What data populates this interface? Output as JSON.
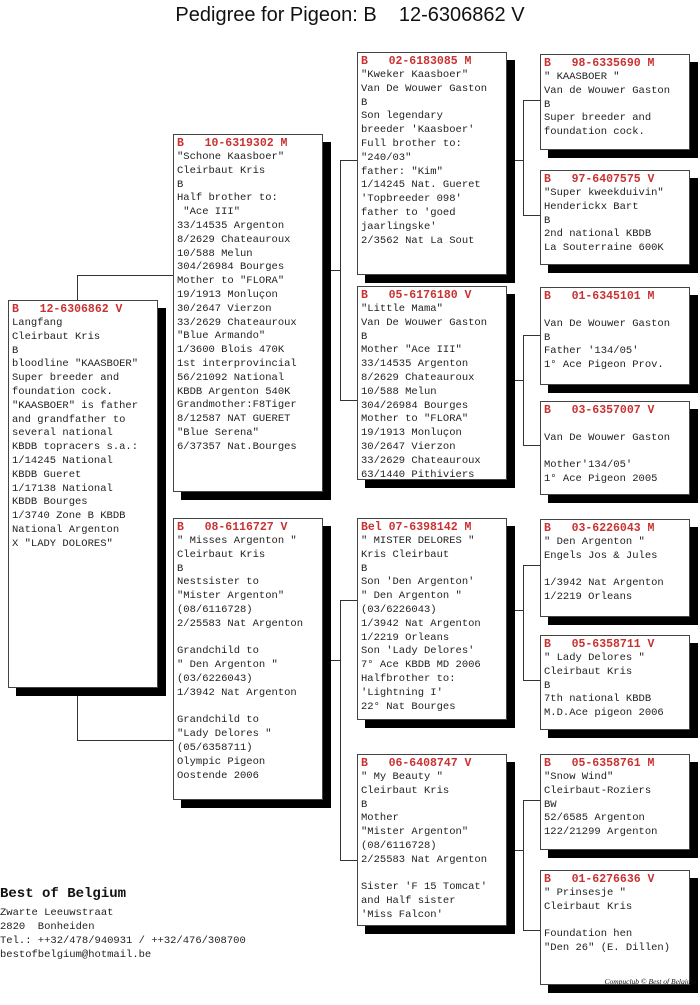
{
  "title": "Pedigree for Pigeon: B    12-6306862 V",
  "pigeons": [
    {
      "id": "subject",
      "header": "B   12-6306862 V",
      "lines": [
        "Langfang",
        "Cleirbaut Kris",
        "B",
        "bloodline \"KAASBOER\"",
        "Super breeder and",
        "foundation cock.",
        "\"KAASBOER\" is father",
        "and grandfather to",
        "several national",
        "KBDB topracers s.a.:",
        "1/14245 National",
        "KBDB Gueret",
        "1/17138 National",
        "KBDB Bourges",
        "1/3740 Zone B KBDB",
        "National Argenton",
        "X \"LADY DOLORES\""
      ]
    },
    {
      "id": "sire",
      "header": "B   10-6319302 M",
      "lines": [
        "\"Schone Kaasboer\"",
        "Cleirbaut Kris",
        "B",
        "Half brother to:",
        " \"Ace III\"",
        "33/14535 Argenton",
        "8/2629 Chateauroux",
        "10/588 Melun",
        "304/26984 Bourges",
        "Mother to \"FLORA\"",
        "19/1913 Monluçon",
        "30/2647 Vierzon",
        "33/2629 Chateauroux",
        "\"Blue Armando\"",
        "1/3600 Blois 470K",
        "1st interprovincial",
        "56/21092 National",
        "KBDB Argenton 540K",
        "Grandmother:F8Tiger",
        "8/12587 NAT GUERET",
        "\"Blue Serena\"",
        "6/37357 Nat.Bourges"
      ]
    },
    {
      "id": "dam",
      "header": "B   08-6116727 V",
      "lines": [
        "\" Misses Argenton \"",
        "Cleirbaut Kris",
        "B",
        "Nestsister to",
        "\"Mister Argenton\"",
        "(08/6116728)",
        "2/25583 Nat Argenton",
        "",
        "Grandchild to",
        "\" Den Argenton \"",
        "(03/6226043)",
        "1/3942 Nat Argenton",
        "",
        "Grandchild to",
        "\"Lady Delores \"",
        "(05/6358711)",
        "Olympic Pigeon",
        "Oostende 2006"
      ]
    },
    {
      "id": "sire-sire",
      "header": "B   02-6183085 M",
      "lines": [
        "\"Kweker Kaasboer\"",
        "Van De Wouwer Gaston",
        "B",
        "Son legendary",
        "breeder 'Kaasboer'",
        "Full brother to:",
        "\"240/03\"",
        "father: \"Kim\"",
        "1/14245 Nat. Gueret",
        "'Topbreeder 098'",
        "father to 'goed",
        "jaarlingske'",
        "2/3562 Nat La Sout"
      ]
    },
    {
      "id": "sire-dam",
      "header": "B   05-6176180 V",
      "lines": [
        "\"Little Mama\"",
        "Van De Wouwer Gaston",
        "B",
        "Mother \"Ace III\"",
        "33/14535 Argenton",
        "8/2629 Chateauroux",
        "10/588 Melun",
        "304/26984 Bourges",
        "Mother to \"FLORA\"",
        "19/1913 Monluçon",
        "30/2647 Vierzon",
        "33/2629 Chateauroux",
        "63/1440 Pithiviers"
      ]
    },
    {
      "id": "dam-sire",
      "header": "Bel 07-6398142 M",
      "lines": [
        "\" MISTER DELORES \"",
        "Kris Cleirbaut",
        "B",
        "Son 'Den Argenton'",
        "\" Den Argenton \"",
        "(03/6226043)",
        "1/3942 Nat Argenton",
        "1/2219 Orleans",
        "Son 'Lady Delores'",
        "7° Ace KBDB MD 2006",
        "Halfbrother to:",
        "'Lightning I'",
        "22° Nat Bourges"
      ]
    },
    {
      "id": "dam-dam",
      "header": "B   06-6408747 V",
      "lines": [
        "\" My Beauty \"",
        "Cleirbaut Kris",
        "B",
        "Mother",
        "\"Mister Argenton\"",
        "(08/6116728)",
        "2/25583 Nat Argenton",
        "",
        "Sister 'F 15 Tomcat'",
        "and Half sister",
        "'Miss Falcon'"
      ]
    },
    {
      "id": "ss-sire",
      "header": "B   98-6335690 M",
      "lines": [
        "\" KAASBOER \"",
        "Van de Wouwer Gaston",
        "B",
        "Super breeder and",
        "foundation cock."
      ]
    },
    {
      "id": "ss-dam",
      "header": "B   97-6407575 V",
      "lines": [
        "\"Super kweekduivin\"",
        "Henderickx Bart",
        "B",
        "2nd national KBDB",
        "La Souterraine 600K"
      ]
    },
    {
      "id": "sd-sire",
      "header": "B   01-6345101 M",
      "lines": [
        "",
        "Van De Wouwer Gaston",
        "B",
        "Father '134/05'",
        "1° Ace Pigeon Prov."
      ]
    },
    {
      "id": "sd-dam",
      "header": "B   03-6357007 V",
      "lines": [
        "",
        "Van De Wouwer Gaston",
        "",
        "Mother'134/05'",
        "1° Ace Pigeon 2005"
      ]
    },
    {
      "id": "ds-sire",
      "header": "B   03-6226043 M",
      "lines": [
        "\" Den Argenton \"",
        "Engels Jos & Jules",
        "",
        "1/3942 Nat Argenton",
        "1/2219 Orleans"
      ]
    },
    {
      "id": "ds-dam",
      "header": "B   05-6358711 V",
      "lines": [
        "\" Lady Delores \"",
        "Cleirbaut Kris",
        "B",
        "7th national KBDB",
        "M.D.Ace pigeon 2006"
      ]
    },
    {
      "id": "dd-sire",
      "header": "B   05-6358761 M",
      "lines": [
        "\"Snow Wind\"",
        "Cleirbaut-Roziers",
        "BW",
        "52/6585 Argenton",
        "122/21299 Argenton"
      ]
    },
    {
      "id": "dd-dam",
      "header": "B   01-6276636 V",
      "lines": [
        "\" Prinsesje \"",
        "Cleirbaut Kris",
        "",
        "Foundation hen",
        "\"Den 26\" (E. Dillen)"
      ]
    }
  ],
  "footer": {
    "name": "Best of Belgium",
    "street": "Zwarte Leeuwstraat",
    "city": "2820  Bonheiden",
    "phone": "Tel.: ++32/478/940931 / ++32/476/308700",
    "email": "bestofbelgium@hotmail.be"
  },
  "credit": "Compuclub © Best of Belgium",
  "colors": {
    "header": "#c83232",
    "shadow": "#000000"
  }
}
